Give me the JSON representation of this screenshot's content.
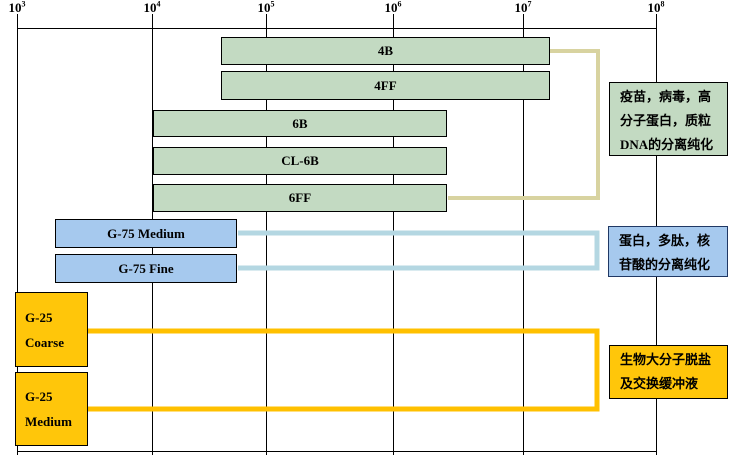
{
  "chart_data": {
    "type": "bar",
    "subtype": "horizontal-log-range-bars",
    "title": "",
    "x_axis": {
      "scale": "log10",
      "position": "top",
      "range": [
        1000,
        100000000
      ],
      "ticks": [
        {
          "base": "10",
          "exp": "3",
          "value": 1000
        },
        {
          "base": "10",
          "exp": "4",
          "value": 10000
        },
        {
          "base": "10",
          "exp": "5",
          "value": 100000
        },
        {
          "base": "10",
          "exp": "6",
          "value": 1000000
        },
        {
          "base": "10",
          "exp": "7",
          "value": 10000000
        },
        {
          "base": "10",
          "exp": "8",
          "value": 100000000
        }
      ],
      "grid": true
    },
    "bars": [
      {
        "id": "bar-4b",
        "label": "4B",
        "color_key": "green",
        "range": [
          35000,
          12000000
        ]
      },
      {
        "id": "bar-4ff",
        "label": "4FF",
        "color_key": "green",
        "range": [
          35000,
          12000000
        ]
      },
      {
        "id": "bar-6b",
        "label": "6B",
        "color_key": "green",
        "range": [
          11000,
          2000000
        ]
      },
      {
        "id": "bar-cl6b",
        "label": "CL-6B",
        "color_key": "green",
        "range": [
          11000,
          2000000
        ]
      },
      {
        "id": "bar-6ff",
        "label": "6FF",
        "color_key": "green",
        "range": [
          11000,
          2000000
        ]
      },
      {
        "id": "bar-g75-medium",
        "label": "G-75 Medium",
        "color_key": "blue",
        "range": [
          2000,
          50000
        ]
      },
      {
        "id": "bar-g75-fine",
        "label": "G-75 Fine",
        "color_key": "blue",
        "range": [
          2000,
          50000
        ]
      },
      {
        "id": "bar-g25-coarse",
        "label": "G-25 Coarse",
        "label_lines": [
          "G-25",
          "Coarse"
        ],
        "color_key": "yellow",
        "range": [
          1000,
          3500
        ]
      },
      {
        "id": "bar-g25-medium",
        "label": "G-25 Medium",
        "label_lines": [
          "G-25",
          "Medium"
        ],
        "color_key": "yellow",
        "range": [
          1000,
          3500
        ]
      }
    ],
    "annotations": [
      {
        "id": "note-green",
        "text": "疫苗，病毒，高分子蛋白，质粒DNA的分离纯化",
        "color_key": "green",
        "applies_to": [
          "4B",
          "4FF",
          "6B",
          "CL-6B",
          "6FF"
        ]
      },
      {
        "id": "note-blue",
        "text": "蛋白，多肽，核苷酸的分离纯化",
        "color_key": "blue",
        "applies_to": [
          "G-75 Medium",
          "G-75 Fine"
        ]
      },
      {
        "id": "note-yellow",
        "text": "生物大分子脱盐及交换缓冲液",
        "color_key": "yellow",
        "applies_to": [
          "G-25 Coarse",
          "G-25 Medium"
        ]
      }
    ]
  },
  "colors": {
    "green_fill": "#c3dac2",
    "green_border": "#000000",
    "blue_fill": "#a6c9ee",
    "blue_border": "#000000",
    "yellow_fill": "#ffc60a",
    "yellow_border": "#000000",
    "green_connector": "#d8d3a0",
    "blue_connector": "#b4d7e2",
    "yellow_connector": "#ffc000",
    "note_green_border": "#000000",
    "note_blue_border": "#203864",
    "note_yellow_border": "#000000",
    "axis": "#000000",
    "background": "#ffffff"
  }
}
